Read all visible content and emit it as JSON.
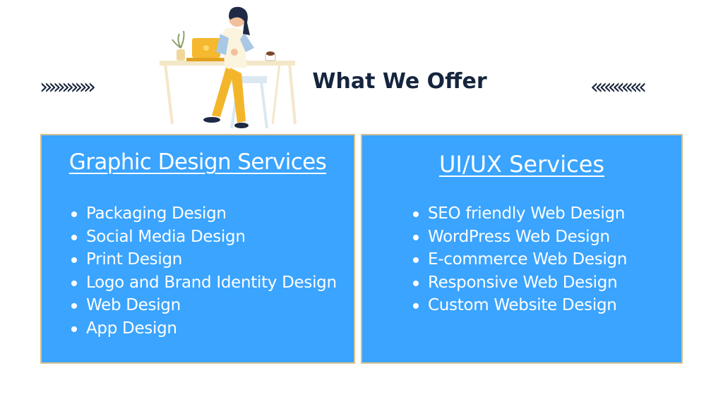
{
  "header": {
    "title": "What We Offer",
    "chevrons_left": "»»»»»»",
    "chevrons_right": "««««««"
  },
  "panels": {
    "graphic": {
      "heading": "Graphic Design Services",
      "items": [
        "Packaging Design",
        "Social Media Design",
        "Print Design",
        "Logo and Brand Identity Design",
        "Web Design",
        "App Design"
      ]
    },
    "uiux": {
      "heading": "UI/UX Services",
      "items": [
        "SEO friendly Web Design",
        "WordPress Web Design",
        "E-commerce Web Design",
        "Responsive Web Design",
        "Custom Website Design"
      ]
    }
  },
  "colors": {
    "panel_bg": "#3aa4ff",
    "panel_border": "#d4bf8f",
    "title": "#15253e"
  },
  "icons": {
    "illustration": "woman-working-at-laptop-illustration"
  }
}
